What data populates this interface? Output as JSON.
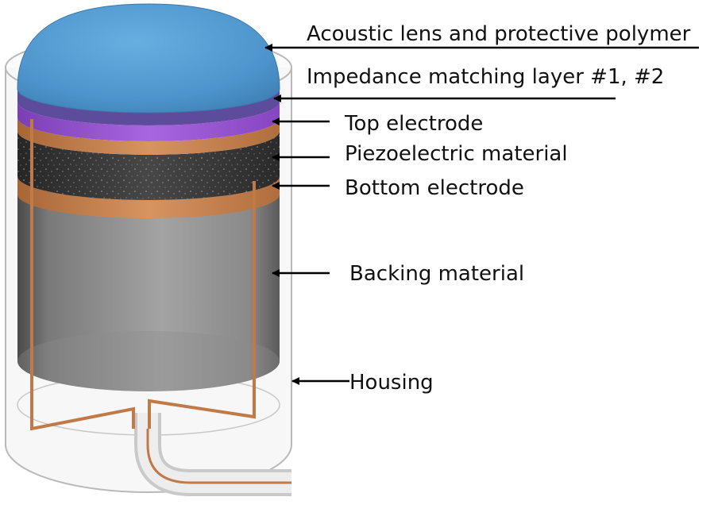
{
  "labels": {
    "lens": "Acoustic lens and protective polymer",
    "matching": "Impedance matching layer #1, #2",
    "top_electrode": "Top electrode",
    "piezo": "Piezoelectric material",
    "bottom_electrode": "Bottom electrode",
    "backing": "Backing material",
    "housing": "Housing"
  },
  "colors": {
    "lens": "#4f97cf",
    "lens_edge": "#2f6f9e",
    "matching_1": "#5b4a9a",
    "matching_2": "#9a5cd0",
    "electrode": "#c98650",
    "piezo": "#3a3a3a",
    "backing": "#8c8c8c",
    "housing_stroke": "#b9b9b9",
    "wire": "#c07a48",
    "arrow": "#000000"
  }
}
